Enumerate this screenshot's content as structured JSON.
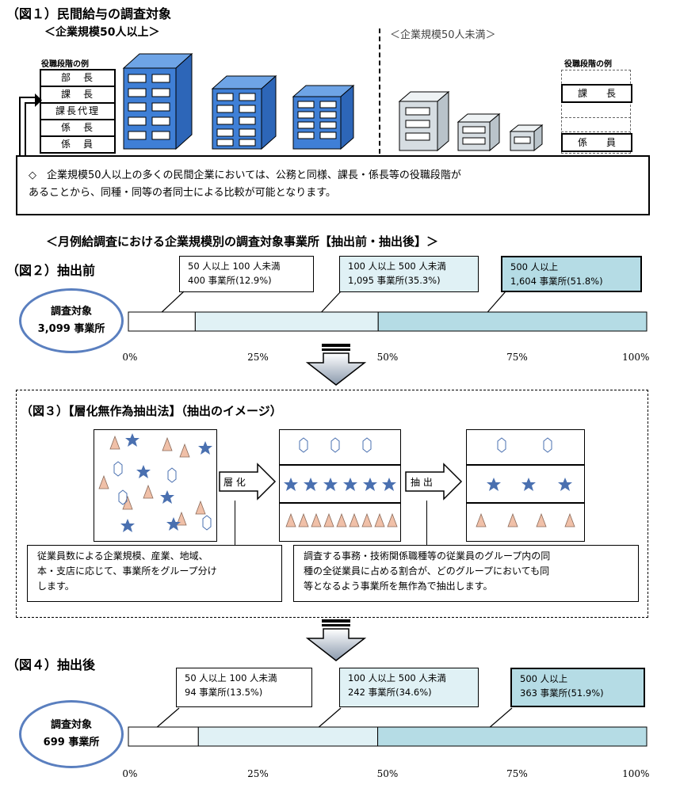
{
  "fig1": {
    "title": "（図１）民間給与の調査対象",
    "large_heading": "＜企業規模50人以上＞",
    "small_heading": "＜企業規模50人未満＞",
    "roles_label_left": "役職段階の例",
    "roles_left": [
      "部　長",
      "課　長",
      "課長代理",
      "係　長",
      "係　員"
    ],
    "roles_label_right": "役職段階の例",
    "roles_right": [
      "課　　長",
      "係　　員"
    ],
    "note_line1": "◇　企業規模50人以上の多くの民間企業においては、公務と同様、課長・係長等の役職段階が",
    "note_line2": "あることから、同種・同等の者同士による比較が可能となります。"
  },
  "section_title": "＜月例給調査における企業規模別の調査対象事業所【抽出前・抽出後】＞",
  "fig2": {
    "title": "（図２）抽出前",
    "oval_line1": "調査対象",
    "oval_line2": "3,099 事業所",
    "callouts": [
      {
        "line1": "50 人以上 100 人未満",
        "line2": "400 事業所(12.9%)"
      },
      {
        "line1": "100 人以上 500 人未満",
        "line2": "1,095 事業所(35.3%)"
      },
      {
        "line1": "500 人以上",
        "line2": "1,604 事業所(51.8%)"
      }
    ]
  },
  "fig3": {
    "title": "（図３）【層化無作為抽出法】（抽出のイメージ）",
    "arrow1": "層 化",
    "arrow2": "抽 出",
    "desc_left_line1": "従業員数による企業規模、産業、地域、",
    "desc_left_line2": "本・支店に応じて、事業所をグループ分け",
    "desc_left_line3": "します。",
    "desc_right_line1": "調査する事務・技術関係職種等の従業員のグループ内の同",
    "desc_right_line2": "種の全従業員に占める割合が、どのグループにおいても同",
    "desc_right_line3": "等となるよう事業所を無作為で抽出します。"
  },
  "fig4": {
    "title": "（図４）抽出後",
    "oval_line1": "調査対象",
    "oval_line2": "699 事業所",
    "callouts": [
      {
        "line1": "50 人以上 100 人未満",
        "line2": "94 事業所(13.5%)"
      },
      {
        "line1": "100 人以上 500 人未満",
        "line2": "242 事業所(34.6%)"
      },
      {
        "line1": "500 人以上",
        "line2": "363 事業所(51.9%)"
      }
    ]
  },
  "chart_data": [
    {
      "type": "bar",
      "orientation": "horizontal-stacked-100",
      "categories": [
        "50 人以上 100 人未満",
        "100 人以上 500 人未満",
        "500 人以上"
      ],
      "values": [
        12.9,
        35.3,
        51.8
      ],
      "counts": [
        400,
        1095,
        1604
      ],
      "xlim": [
        0,
        100
      ],
      "xticks": [
        "0%",
        "25%",
        "50%",
        "75%",
        "100%"
      ],
      "colors": [
        "#ffffff",
        "#e0f1f5",
        "#b5dce5"
      ]
    },
    {
      "type": "bar",
      "orientation": "horizontal-stacked-100",
      "categories": [
        "50 人以上 100 人未満",
        "100 人以上 500 人未満",
        "500 人以上"
      ],
      "values": [
        13.5,
        34.6,
        51.9
      ],
      "counts": [
        94,
        242,
        363
      ],
      "xlim": [
        0,
        100
      ],
      "xticks": [
        "0%",
        "25%",
        "50%",
        "75%",
        "100%"
      ],
      "colors": [
        "#ffffff",
        "#e0f1f5",
        "#b5dce5"
      ]
    }
  ],
  "colors": {
    "building_blue": "#3f7fd6",
    "building_grey": "#d6dde2",
    "oval_border": "#5a7fbf",
    "star": "#4a70b0",
    "triangle": "#f0c0a8",
    "hexagon": "#4a70b0"
  }
}
